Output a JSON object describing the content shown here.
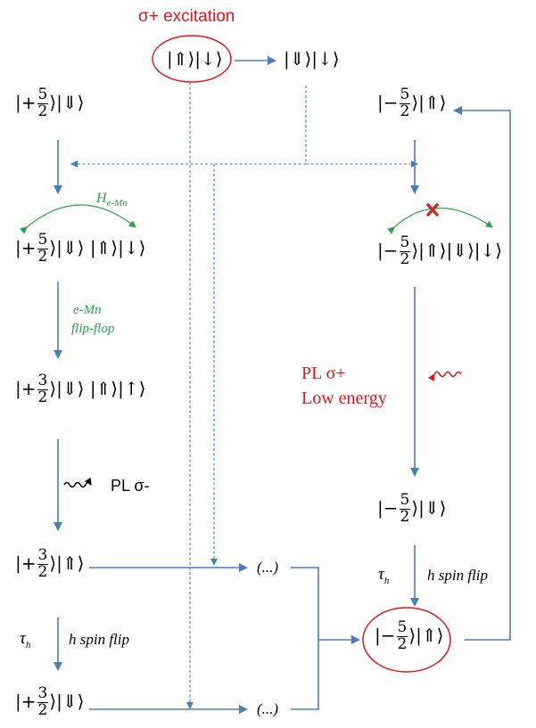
{
  "title": "σ+ excitation",
  "states": {
    "top_initial": "|⇑⟩|↓⟩",
    "top_right": "|⇓⟩|↓⟩",
    "left_1": {
      "sign": "+",
      "num": "5",
      "den": "2",
      "rest": "|⇓⟩"
    },
    "right_1": {
      "sign": "−",
      "num": "5",
      "den": "2",
      "rest": "|⇑⟩"
    },
    "left_2": {
      "sign": "+",
      "num": "5",
      "den": "2",
      "rest": "|⇓⟩ |⇑⟩|↓⟩"
    },
    "right_2": {
      "sign": "−",
      "num": "5",
      "den": "2",
      "rest": "|⇑⟩|⇓⟩|↓⟩"
    },
    "left_3": {
      "sign": "+",
      "num": "3",
      "den": "2",
      "rest": "|⇓⟩ |⇑⟩|↑⟩"
    },
    "right_3": {
      "sign": "−",
      "num": "5",
      "den": "2",
      "rest": "|⇓⟩"
    },
    "left_4": {
      "sign": "+",
      "num": "3",
      "den": "2",
      "rest": "|⇑⟩"
    },
    "right_4": {
      "sign": "−",
      "num": "5",
      "den": "2",
      "rest": "|⇑⟩"
    },
    "left_5": {
      "sign": "+",
      "num": "3",
      "den": "2",
      "rest": "|⇓⟩"
    },
    "ellipsis_1": "(...)",
    "ellipsis_2": "(...)"
  },
  "labels": {
    "h_emn_main": "H",
    "h_emn_sub": "e-Mn",
    "flipflop_1": "e-Mn",
    "flipflop_2": "flip-flop",
    "pl_sigma_minus": "PL σ-",
    "pl_sigma_plus": "PL σ+",
    "low_energy": "Low energy",
    "tau": "τ",
    "tau_sub": "h",
    "spin_flip_right": "h spin flip",
    "spin_flip_left": "h spin flip"
  },
  "colors": {
    "arrow": "#4a7ebb",
    "red": "#e8141b",
    "green": "#2ca24a",
    "black": "#000000"
  }
}
